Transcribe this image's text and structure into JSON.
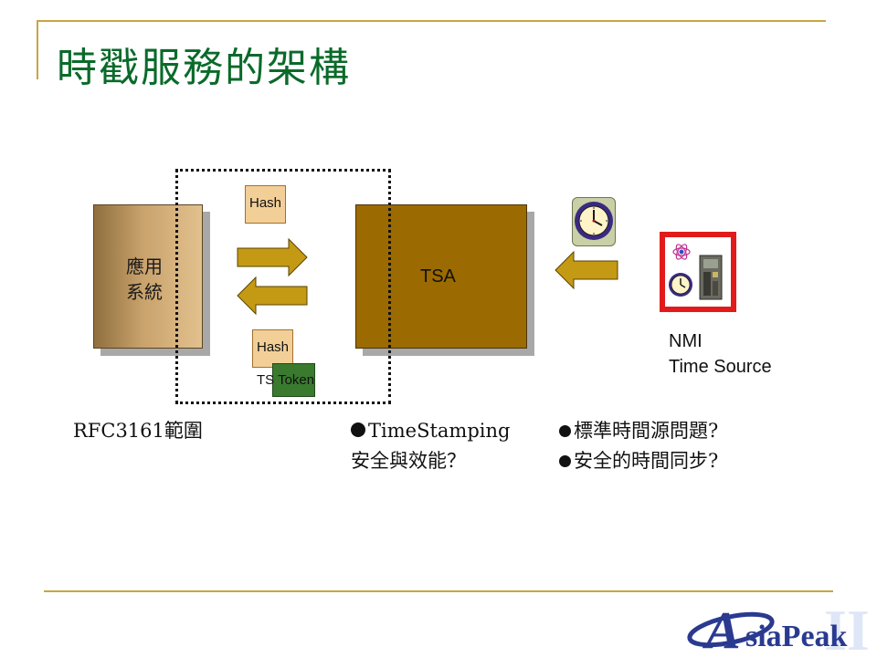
{
  "title": "時戳服務的架構",
  "diagram": {
    "app_label_line1": "應用",
    "app_label_line2": "系統",
    "tsa_label": "TSA",
    "hash_top": "Hash",
    "hash_bottom": "Hash",
    "ts_token": "TS Token",
    "nmi_line1": "NMI",
    "nmi_line2": "Time Source"
  },
  "notes": {
    "rfc": "RFC3161範圍",
    "ts_line1": "TimeStamping",
    "ts_line2": "安全與效能？",
    "nmi_line1": "標準時間源問題?",
    "nmi_line2": "安全的時間同步?"
  },
  "logo": {
    "letter": "A",
    "text": "siaPeak",
    "watermark": "II"
  },
  "colors": {
    "title": "#0a6a2a",
    "frame_line": "#c8a540",
    "arrow": "#c49a14",
    "tsa": "#9b6a00",
    "hash": "#f3cf98",
    "token": "#3a7a2f",
    "nmi_frame": "#e21a1a",
    "logo": "#2a3a90"
  }
}
